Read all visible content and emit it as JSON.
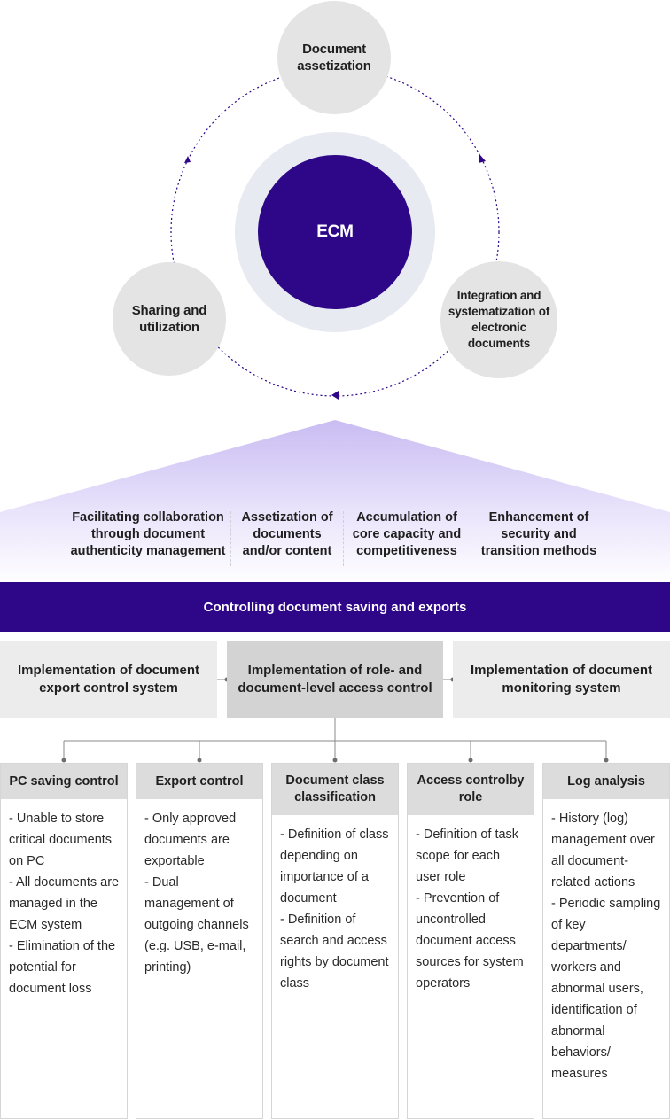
{
  "cycle": {
    "center": "ECM",
    "top": "Document assetization",
    "right": "Integration and systematization of electronic documents",
    "left": "Sharing and utilization"
  },
  "benefits": [
    "Facilitating collaboration through document authenticity management",
    "Assetization of documents and/or content",
    "Accumulation of core capacity and competitiveness",
    "Enhancement of security and transition methods"
  ],
  "band": "Controlling document saving and exports",
  "systems": [
    "Implementation of document export control system",
    "Implementation of role- and document-level access control",
    "Implementation of document monitoring system"
  ],
  "controls": [
    {
      "title": "PC saving control",
      "items": [
        "- Unable to store critical documents on PC",
        "- All documents are managed in the ECM system",
        "- Elimination of the potential for document loss"
      ]
    },
    {
      "title": "Export control",
      "items": [
        "- Only approved documents are exportable",
        "- Dual management of outgoing channels (e.g. USB, e-mail, printing)"
      ]
    },
    {
      "title": "Document class classification",
      "items": [
        "- Definition of class depending on importance of a document",
        "- Definition of search and access rights by document class"
      ]
    },
    {
      "title": "Access controlby role",
      "items": [
        "- Definition of task scope for each user role",
        "- Prevention of uncontrolled document access sources for system operators"
      ]
    },
    {
      "title": "Log analysis",
      "items": [
        "- History (log) management over all document-related actions",
        "- Periodic sampling of key departments/ workers and abnormal users, identification of abnormal behaviors/ measures"
      ]
    }
  ],
  "colors": {
    "accent": "#2e0789",
    "ring": "#e7ebf1",
    "circle": "#e4e4e4",
    "gradient_top": "#c9bcf2"
  }
}
